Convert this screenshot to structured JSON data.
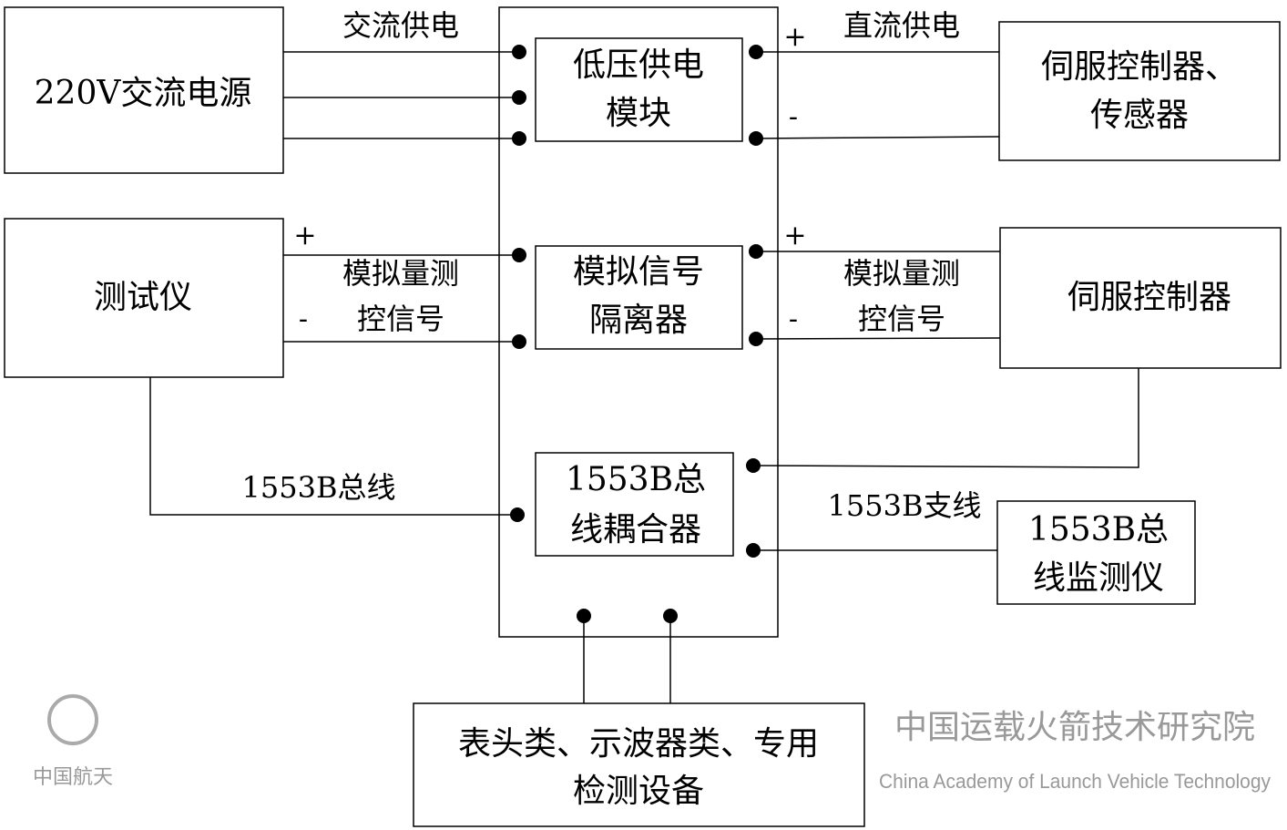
{
  "boxes": {
    "ac_source": "220V交流电源",
    "low_voltage_module": [
      "低压供电",
      "模块"
    ],
    "analog_isolator": [
      "模拟信号",
      "隔离器"
    ],
    "bus_coupler": [
      "1553B总",
      "线耦合器"
    ],
    "servo_sensor": [
      "伺服控制器、",
      "传感器"
    ],
    "servo_controller": "伺服控制器",
    "tester": "测试仪",
    "bus_monitor": [
      "1553B总",
      "线监测仪"
    ],
    "test_equipment": [
      "表头类、示波器类、专用",
      "检测设备"
    ]
  },
  "labels": {
    "ac_supply": "交流供电",
    "dc_supply": "直流供电",
    "plus": "+",
    "minus": "-",
    "analog_left": [
      "模拟量测",
      "控信号"
    ],
    "analog_right": [
      "模拟量测",
      "控信号"
    ],
    "bus_main": "1553B总线",
    "bus_branch": "1553B支线"
  },
  "watermark": {
    "org_cn": "中国运载火箭技术研究院",
    "org_en": "China Academy of Launch Vehicle Technology",
    "brand": "中国航天"
  }
}
